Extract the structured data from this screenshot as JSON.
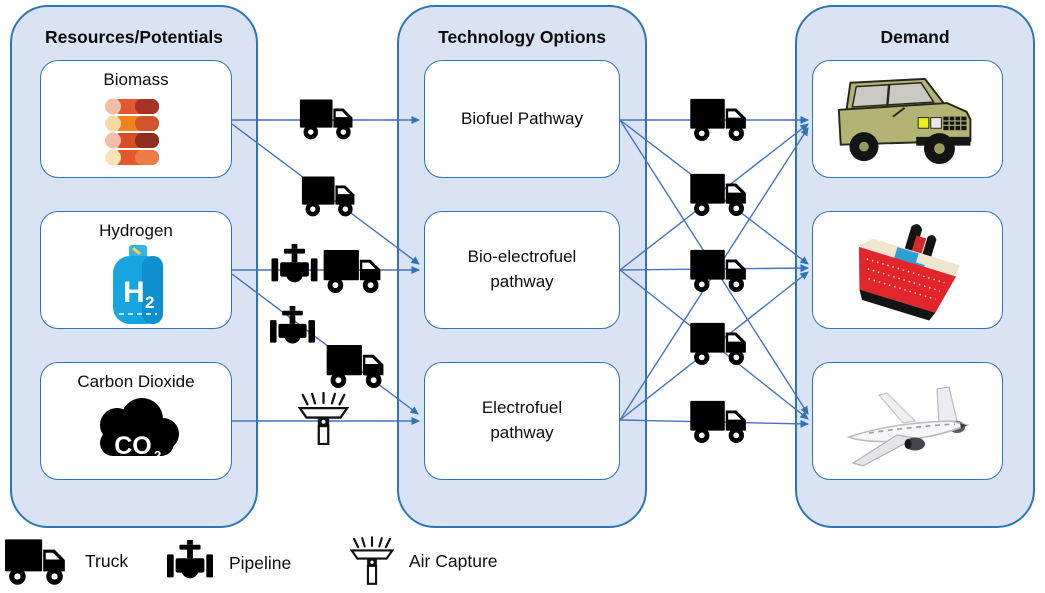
{
  "diagram": {
    "columns": [
      {
        "title": "Resources/Potentials",
        "nodes": [
          {
            "label": "Biomass",
            "icon": "biomass-logs-icon"
          },
          {
            "label": "Hydrogen",
            "icon": "hydrogen-tank-icon"
          },
          {
            "label": "Carbon Dioxide",
            "icon": "co2-cloud-icon"
          }
        ]
      },
      {
        "title": "Technology Options",
        "nodes": [
          {
            "label": "Biofuel Pathway"
          },
          {
            "label": "Bio-electrofuel pathway"
          },
          {
            "label": "Electrofuel pathway"
          }
        ]
      },
      {
        "title": "Demand",
        "nodes": [
          {
            "label": "",
            "icon": "suv-image"
          },
          {
            "label": "",
            "icon": "ship-image"
          },
          {
            "label": "",
            "icon": "airplane-image"
          }
        ]
      }
    ],
    "edges": {
      "resources_to_technology": [
        {
          "from": "Biomass",
          "to": "Biofuel Pathway",
          "transport": [
            "Truck"
          ]
        },
        {
          "from": "Biomass",
          "to": "Bio-electrofuel pathway",
          "transport": [
            "Truck"
          ]
        },
        {
          "from": "Hydrogen",
          "to": "Bio-electrofuel pathway",
          "transport": [
            "Pipeline",
            "Truck"
          ]
        },
        {
          "from": "Hydrogen",
          "to": "Electrofuel pathway",
          "transport": [
            "Pipeline",
            "Truck"
          ]
        },
        {
          "from": "Carbon Dioxide",
          "to": "Electrofuel pathway",
          "transport": [
            "Air Capture"
          ]
        }
      ],
      "technology_to_demand": [
        {
          "from": "Biofuel Pathway",
          "to": "Road vehicle",
          "transport": [
            "Truck"
          ]
        },
        {
          "from": "Biofuel Pathway",
          "to": "Ship",
          "transport": [
            "Truck"
          ]
        },
        {
          "from": "Biofuel Pathway",
          "to": "Aircraft",
          "transport": [
            "Truck"
          ]
        },
        {
          "from": "Bio-electrofuel pathway",
          "to": "Road vehicle",
          "transport": [
            "Truck"
          ]
        },
        {
          "from": "Bio-electrofuel pathway",
          "to": "Ship",
          "transport": [
            "Truck"
          ]
        },
        {
          "from": "Bio-electrofuel pathway",
          "to": "Aircraft",
          "transport": [
            "Truck"
          ]
        },
        {
          "from": "Electrofuel pathway",
          "to": "Road vehicle",
          "transport": [
            "Truck"
          ]
        },
        {
          "from": "Electrofuel pathway",
          "to": "Ship",
          "transport": [
            "Truck"
          ]
        },
        {
          "from": "Electrofuel pathway",
          "to": "Aircraft",
          "transport": [
            "Truck"
          ]
        }
      ]
    },
    "legend": [
      {
        "icon": "truck-icon",
        "label": "Truck"
      },
      {
        "icon": "pipeline-icon",
        "label": "Pipeline"
      },
      {
        "icon": "air-capture-icon",
        "label": "Air Capture"
      }
    ],
    "colors": {
      "container_fill": "#dae3f3",
      "container_border": "#2e75b6",
      "node_fill": "#ffffff",
      "node_border": "#2e75b6",
      "connector_line": "#4472c4",
      "arrowhead": "#2e75b6",
      "icon_black": "#000000"
    }
  }
}
